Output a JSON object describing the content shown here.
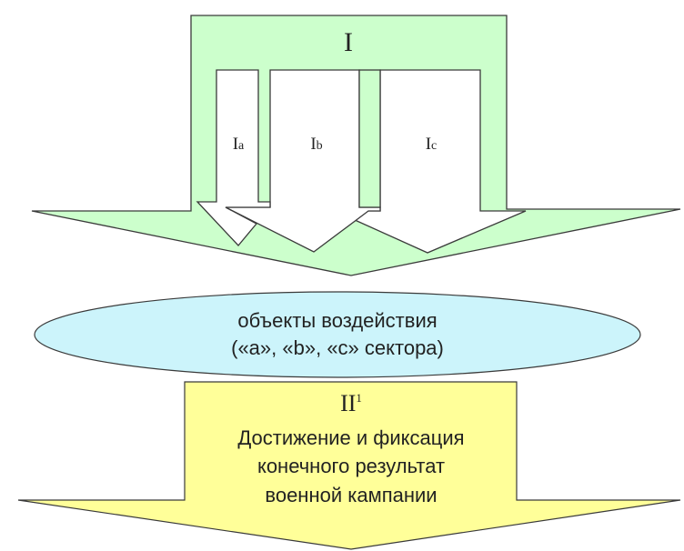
{
  "top_arrow": {
    "label": "I",
    "sub_arrows": [
      {
        "main": "I",
        "sub": "a"
      },
      {
        "main": "I",
        "sub": "b"
      },
      {
        "main": "I",
        "sub": "c"
      }
    ]
  },
  "ellipse": {
    "line1": "объекты воздействия",
    "line2": "(«a», «b», «c» сектора)"
  },
  "bottom_arrow": {
    "label_main": "II",
    "label_sup": "1",
    "line1": "Достижение и фиксация",
    "line2": "конечного результат",
    "line3": "военной кампании"
  },
  "colors": {
    "green": "#ccffcc",
    "cyan": "#ccf4fb",
    "yellow": "#ffff99",
    "stroke": "#3a3a3a"
  }
}
